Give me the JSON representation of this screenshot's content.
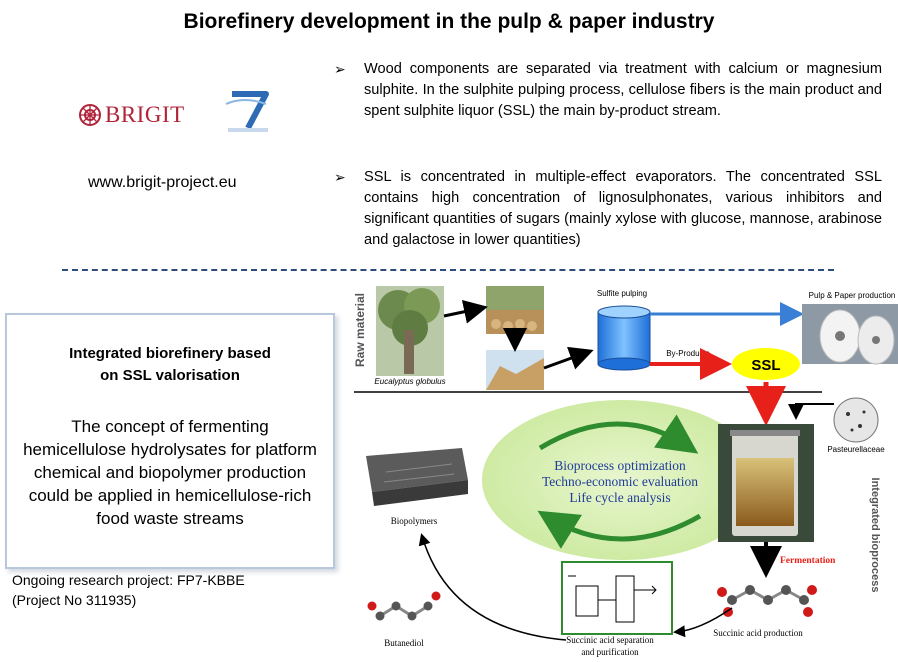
{
  "header": {
    "title": "Biorefinery development in the pulp & paper industry"
  },
  "logos": {
    "brigit": "BRIGIT"
  },
  "website": "www.brigit-project.eu",
  "bullets": [
    "Wood components are separated via treatment with calcium or magnesium sulphite. In the sulphite pulping process, cellulose fibers is the main product and spent sulphite liquor (SSL) the main by-product stream.",
    "SSL is concentrated in multiple-effect evaporators. The concentrated SSL contains high concentration of lignosulphonates, various inhibitors and significant quantities of sugars (mainly xylose with glucose, mannose, arabinose and galactose in lower quantities)"
  ],
  "bullet_marker": "➢",
  "concept": {
    "title_line1": "Integrated biorefinery based",
    "title_line2": "on SSL valorisation",
    "text_lines": [
      "The concept of fermenting",
      "hemicellulose hydrolysates for platform",
      "chemical and biopolymer production",
      "could be applied in hemicellulose-rich",
      "food waste streams"
    ]
  },
  "ongoing": {
    "line1": "Ongoing research project: FP7-KBBE",
    "line2": "(Project No 311935)"
  },
  "diagram": {
    "raw_material": "Raw material",
    "eucalyptus": "Eucalyptus globulus",
    "sulfite_pulping": "Sulfite pulping",
    "pulp_paper": "Pulp & Paper production",
    "by_products": "By-Products",
    "ssl": "SSL",
    "pasteurellaceae": "Pasteurellaceae",
    "oval_lines": [
      "Bioprocess optimization",
      "Techno-economic evaluation",
      "Life cycle analysis"
    ],
    "integrated": "Integrated bioprocess",
    "fermentation": "Fermentation",
    "biopolymers": "Biopolymers",
    "succinic_production": "Succinic acid production",
    "separation_line1": "Succinic acid separation",
    "separation_line2": "and purification",
    "butanediol": "Butanediol"
  },
  "colors": {
    "accent_red": "#e8201a",
    "ssl_yellow": "#ffff00",
    "oval_green": "#d9efb6",
    "oval_text": "#1f3c9a",
    "divider": "#2f4b7c"
  }
}
